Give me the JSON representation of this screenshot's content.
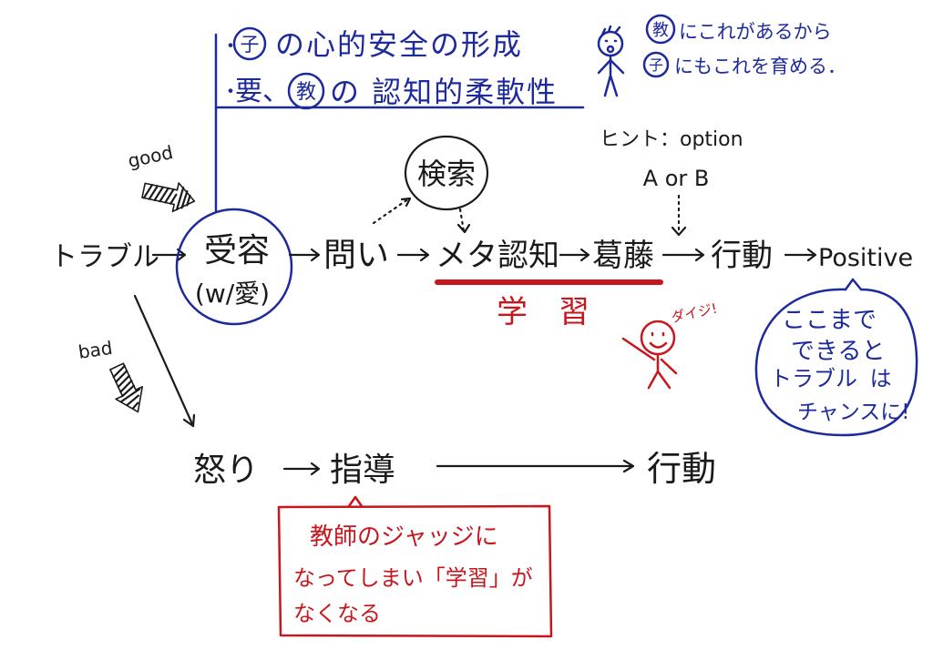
{
  "goals": {
    "line1": {
      "bullet": "・",
      "circled": "子",
      "text": "の心的安全の形成"
    },
    "line2": {
      "bullet": "・",
      "prefix": "要、",
      "circled": "教",
      "text": "の 認知的柔軟性"
    }
  },
  "teacher_note": {
    "line1": {
      "circled": "教",
      "text": "にこれがあるから"
    },
    "line2": {
      "circled": "子",
      "text": "にもこれを育める．"
    }
  },
  "hint": {
    "line1": "ヒント：option",
    "line2": "A or B"
  },
  "search_bubble": "検索",
  "good_label": "good",
  "bad_label": "bad",
  "good_path": {
    "trouble": "トラブル",
    "acceptance": "受容",
    "with_love": "(w/愛)",
    "question": "問い",
    "metacognition": "メタ認知",
    "conflict": "葛藤",
    "action": "行動",
    "positive": "Positive"
  },
  "learning_label": "学習",
  "important_label": "ダイジ!",
  "chance_bubble": {
    "lines": [
      "ここまで",
      "できると",
      "トラブル は",
      "チャンスに!"
    ]
  },
  "bad_path": {
    "anger": "怒り",
    "guidance": "指導",
    "action": "行動"
  },
  "warning_box": {
    "lines": [
      "教師のジャッジに",
      "なってしまい「学習」が",
      "なくなる"
    ]
  },
  "colors": {
    "blue": "#1d2a9c",
    "red": "#c8161d",
    "ink": "#1a1a1a"
  }
}
